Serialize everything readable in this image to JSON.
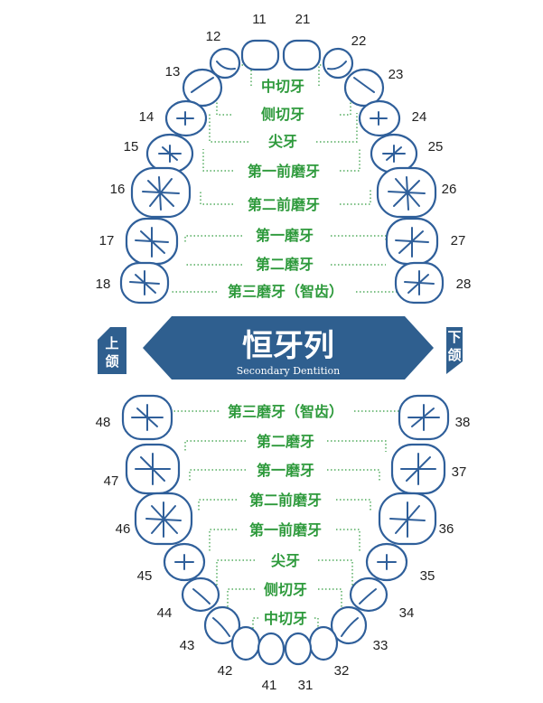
{
  "banner": {
    "title": "恒牙列",
    "subtitle": "Secondary Dentition",
    "left_tag": [
      "上",
      "颌"
    ],
    "right_tag": [
      "下",
      "颌"
    ]
  },
  "upper": {
    "left_numbers": [
      "11",
      "12",
      "13",
      "14",
      "15",
      "16",
      "17",
      "18"
    ],
    "right_numbers": [
      "21",
      "22",
      "23",
      "24",
      "25",
      "26",
      "27",
      "28"
    ],
    "labels": [
      "中切牙",
      "侧切牙",
      "尖牙",
      "第一前磨牙",
      "第二前磨牙",
      "第一磨牙",
      "第二磨牙",
      "第三磨牙（智齿）"
    ]
  },
  "lower": {
    "left_numbers": [
      "41",
      "42",
      "43",
      "44",
      "45",
      "46",
      "47",
      "48"
    ],
    "right_numbers": [
      "31",
      "32",
      "33",
      "34",
      "35",
      "36",
      "37",
      "38"
    ],
    "labels": [
      "第三磨牙（智齿）",
      "第二磨牙",
      "第一磨牙",
      "第二前磨牙",
      "第一前磨牙",
      "尖牙",
      "侧切牙",
      "中切牙"
    ]
  },
  "colors": {
    "tooth_outline": "#2f5f9a",
    "label_green": "#2e9a3c",
    "banner_blue": "#2f5f8f"
  }
}
